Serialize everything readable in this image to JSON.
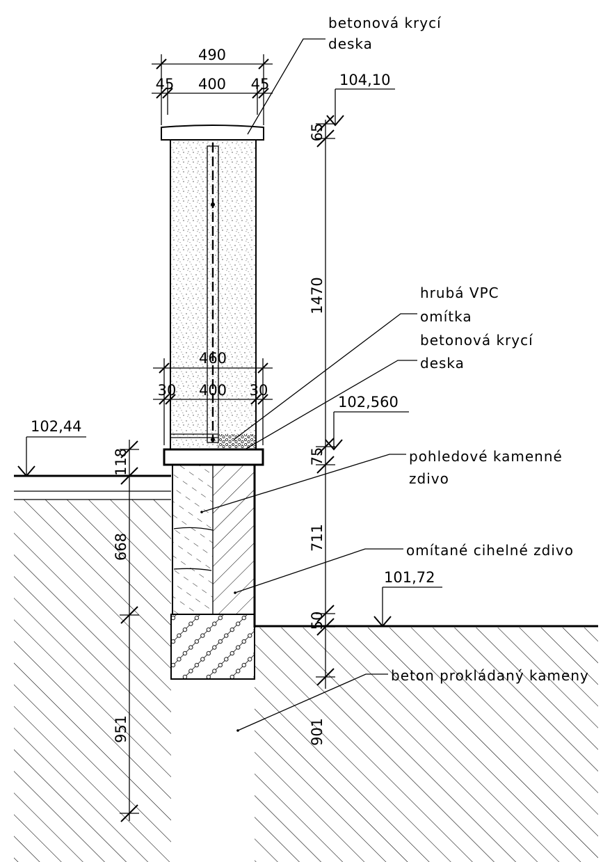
{
  "labels": {
    "cap_top": [
      "betonová krycí",
      "deska"
    ],
    "render": [
      "hrubá VPC",
      "omítka"
    ],
    "cap_mid": [
      "betonová krycí",
      "deska"
    ],
    "stone": [
      "pohledové kamenné",
      "zdivo"
    ],
    "brick": "omítané cihelné zdivo",
    "concrete": "beton prokládaný kameny"
  },
  "levels": {
    "top": "104,10",
    "cap": "102,560",
    "left_ground": "102,44",
    "right_ground": "101,72"
  },
  "dimensions": {
    "top_overall": "490",
    "top_side_l": "45",
    "top_inner": "400",
    "top_side_r": "45",
    "mid_overall": "460",
    "mid_side_l": "30",
    "mid_inner": "400",
    "mid_side_r": "30",
    "v_cap_top": "65",
    "v_pillar": "1470",
    "v_cap_mid": "75",
    "v_wall": "711",
    "v_step": "50",
    "v_found_r": "901",
    "v_left_top": "118",
    "v_left_wall": "668",
    "v_left_found": "951"
  }
}
